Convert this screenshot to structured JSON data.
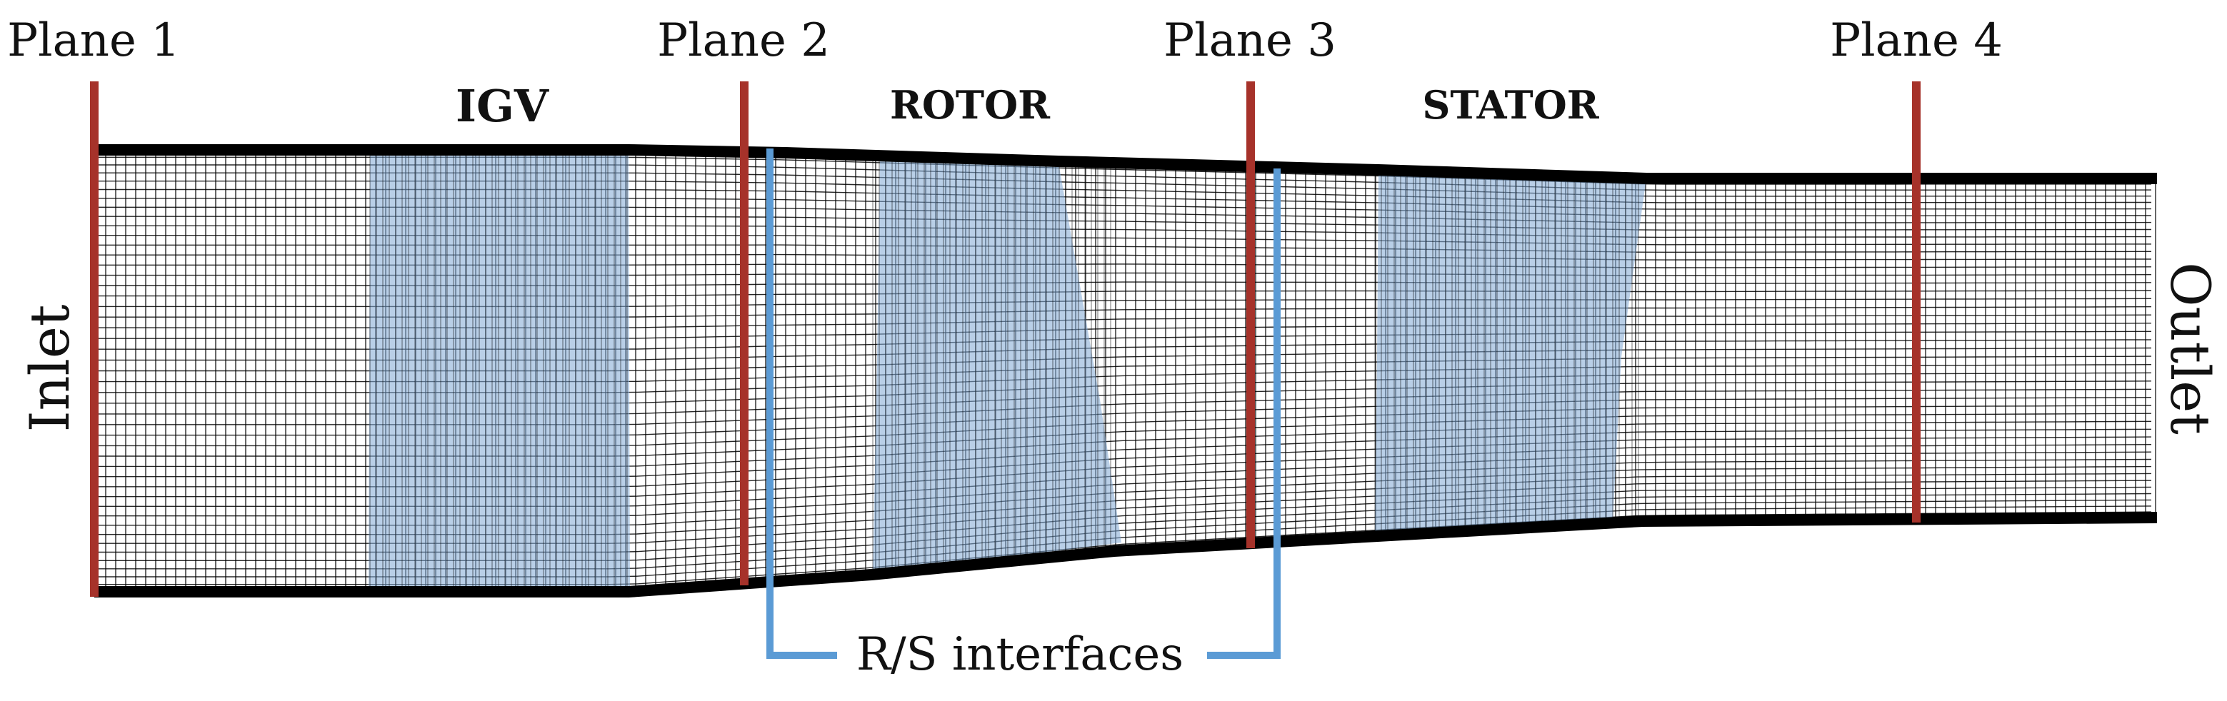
{
  "planes": [
    {
      "id": "plane-1",
      "label": "Plane 1"
    },
    {
      "id": "plane-2",
      "label": "Plane 2"
    },
    {
      "id": "plane-3",
      "label": "Plane 3"
    },
    {
      "id": "plane-4",
      "label": "Plane 4"
    }
  ],
  "regions": {
    "igv": "IGV",
    "rotor": "ROTOR",
    "stator": "STATOR"
  },
  "boundaries": {
    "inlet": "Inlet",
    "outlet": "Outlet"
  },
  "interfaces": {
    "label": "R/S interfaces"
  },
  "colors": {
    "plane_line": "#a6322a",
    "blade_fill": "#7fa7d4",
    "interface_line": "#5b9bd5",
    "mesh_line": "#000000",
    "wall": "#000000"
  }
}
